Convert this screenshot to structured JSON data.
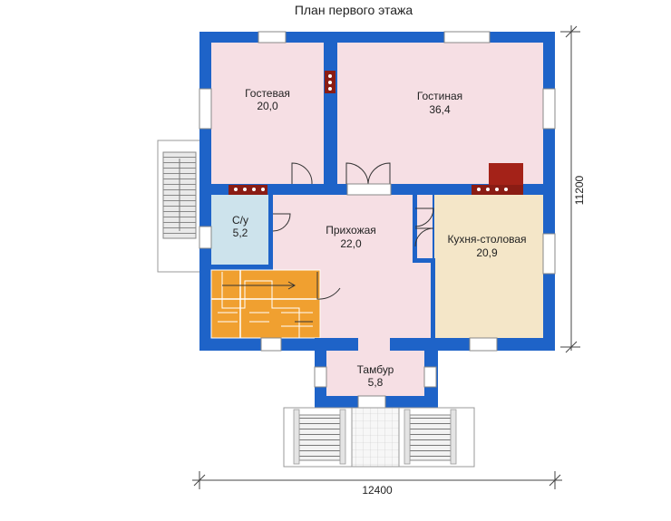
{
  "title": "План первого этажа",
  "rooms": [
    {
      "name": "Гостевая",
      "area": "20,0"
    },
    {
      "name": "Гостиная",
      "area": "36,4"
    },
    {
      "name": "С/у",
      "area": "5,2"
    },
    {
      "name": "Прихожая",
      "area": "22,0"
    },
    {
      "name": "Кухня-столовая",
      "area": "20,9"
    },
    {
      "name": "Тамбур",
      "area": "5,8"
    }
  ],
  "dimensions": {
    "width": "12400",
    "height": "11200"
  },
  "colors": {
    "wall": "#1e63c8",
    "room_pink": "#f6dfe4",
    "kitchen": "#f4e6c8",
    "bathroom": "#cde3ec",
    "stair": "#f0a030",
    "fireplace": "#a42218"
  }
}
